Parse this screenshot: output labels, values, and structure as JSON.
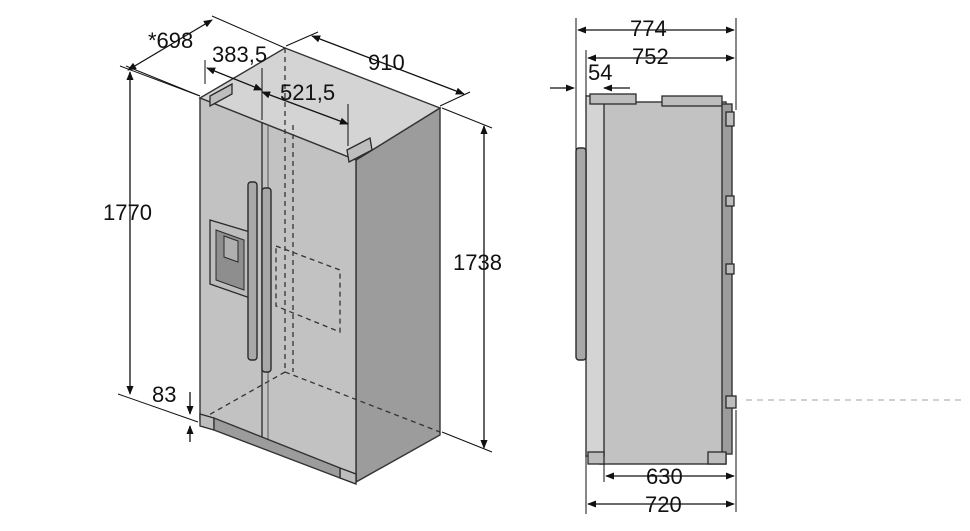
{
  "dimensions": {
    "depth_with_door": "*698",
    "hinge_offset": "383,5",
    "width": "910",
    "center_offset": "521,5",
    "height_total": "1770",
    "height_body": "1738",
    "foot_height": "83",
    "depth_total": "774",
    "depth_door": "752",
    "door_thickness": "54",
    "depth_bottom_body": "630",
    "depth_bottom_total": "720"
  },
  "colors": {
    "body": "#c2c2c2",
    "line": "#111111"
  }
}
